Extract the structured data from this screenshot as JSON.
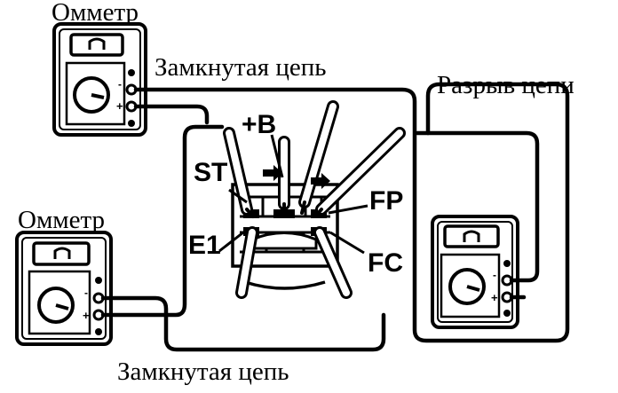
{
  "labels": {
    "ohmmeter_top_left": "Омметр",
    "ohmmeter_bottom_left": "Омметр",
    "closed_circuit_top": "Замкнутая цепь",
    "closed_circuit_bottom": "Замкнутая цепь",
    "open_circuit": "Разрыв цепи"
  },
  "terminals": {
    "plus_b": "+B",
    "st": "ST",
    "e1": "E1",
    "fp": "FP",
    "fc": "FC"
  },
  "meters": [
    {
      "id": "top-left",
      "meter_symbol": "Ω"
    },
    {
      "id": "bottom-left",
      "meter_symbol": "Ω"
    },
    {
      "id": "right",
      "meter_symbol": "Ω"
    }
  ],
  "colors": {
    "ink": "#000000",
    "paper": "#ffffff"
  }
}
